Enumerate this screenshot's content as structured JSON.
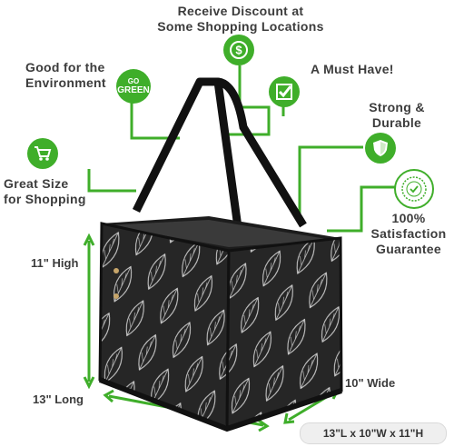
{
  "callouts": {
    "discount": "Receive Discount at\nSome Shopping Locations",
    "environment": "Good for the\nEnvironment",
    "must_have": "A Must Have!",
    "strong": "Strong &\nDurable",
    "great_size": "Great Size\nfor Shopping",
    "satisfaction": "100%\nSatisfaction\nGuarantee"
  },
  "icons": {
    "dollar": "dollar-icon",
    "go_green": "go-green-icon",
    "check": "check-icon",
    "shield": "shield-icon",
    "cart": "cart-icon",
    "seal": "seal-icon",
    "go_green_text_1": "GO",
    "go_green_text_2": "GREEN"
  },
  "dimensions": {
    "height": "11\" High",
    "length": "13\" Long",
    "width": "10\" Wide",
    "spec": "13\"L x 10\"W x 11\"H"
  },
  "colors": {
    "accent_green": "#3fae2a",
    "bag_dark": "#2a2a2a",
    "leaf_line": "#cfcfcf"
  }
}
